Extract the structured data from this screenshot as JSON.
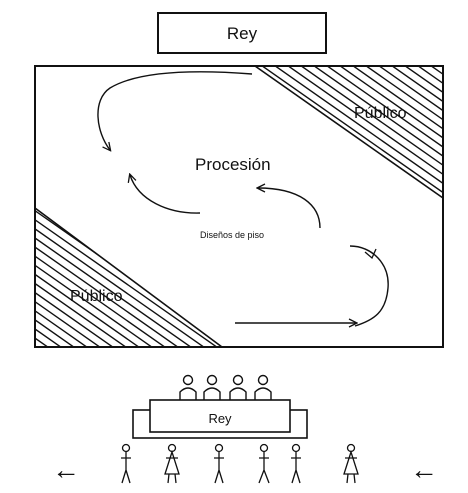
{
  "labels": {
    "king_top": "Rey",
    "audience_top": "Público",
    "audience_bottom": "Público",
    "procession": "Procesión",
    "floor_designs": "Diseños de piso",
    "king_bottom": "Rey",
    "arrow_left": "←",
    "arrow_right": "←"
  },
  "colors": {
    "ink": "#111111",
    "paper": "#ffffff"
  },
  "icons": [
    "seated-figure-icon",
    "walking-figure-icon",
    "dancer-figure-icon",
    "curved-arrow-icon"
  ]
}
